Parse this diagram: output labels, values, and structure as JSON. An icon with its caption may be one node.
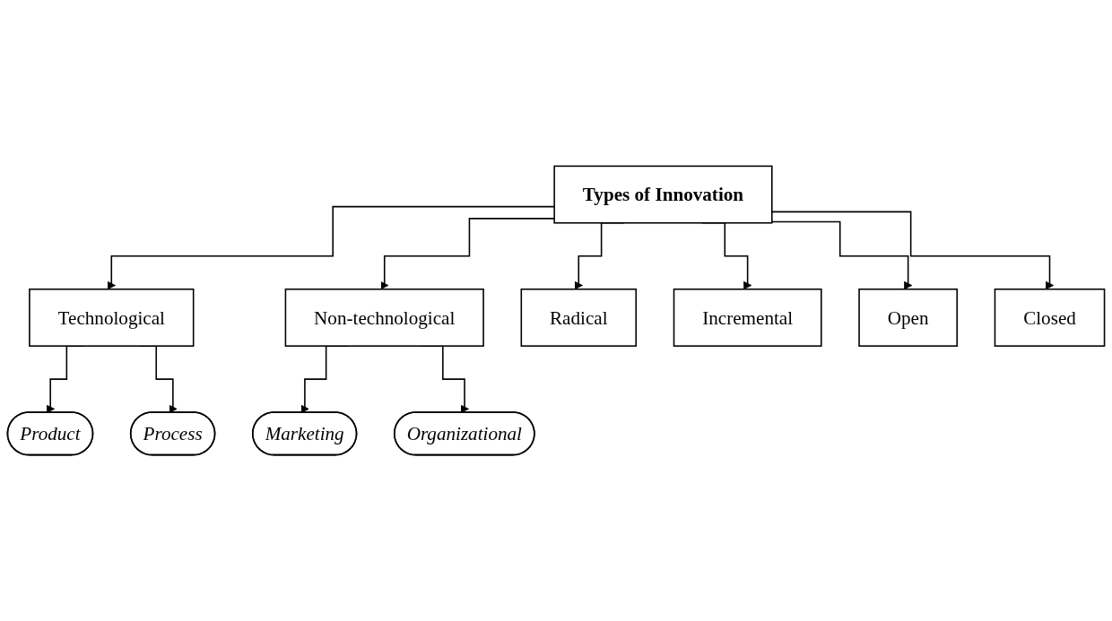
{
  "diagram": {
    "nodes": [
      {
        "text": [
          "Types of Innovation"
        ]
      },
      {
        "text": [
          "Technological"
        ]
      },
      {
        "text": [
          "Non-technological"
        ]
      },
      {
        "text": [
          "Radical"
        ]
      },
      {
        "text": [
          "Incremental"
        ]
      },
      {
        "text": [
          "Product"
        ]
      },
      {
        "text": [
          "Process"
        ]
      },
      {
        "text": [
          "Marketing"
        ]
      },
      {
        "text": [
          "Organizational"
        ]
      },
      {
        "text": [
          "Open"
        ]
      },
      {
        "text": [
          "Closed"
        ]
      }
    ],
    "edges": [
      {
        "from": 0,
        "to": 1,
        "arrow": "to"
      },
      {
        "from": 0,
        "to": 2,
        "arrow": "to"
      },
      {
        "from": 0,
        "to": 3,
        "arrow": "to"
      },
      {
        "from": 0,
        "to": 4,
        "arrow": "to"
      },
      {
        "from": 0,
        "to": 9,
        "arrow": "to"
      },
      {
        "from": 0,
        "to": 10,
        "arrow": "to"
      },
      {
        "from": 1,
        "to": 5,
        "arrow": "to"
      },
      {
        "from": 1,
        "to": 6,
        "arrow": "to"
      },
      {
        "from": 2,
        "to": 7,
        "arrow": "to"
      },
      {
        "from": 2,
        "to": 8,
        "arrow": "to"
      }
    ]
  }
}
